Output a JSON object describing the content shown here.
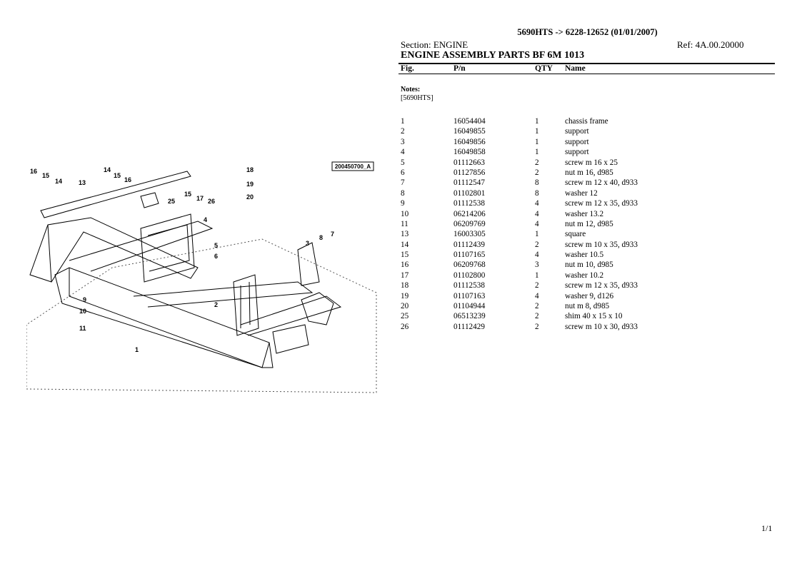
{
  "header": {
    "title": "5690HTS -> 6228-12652 (01/01/2007)",
    "section": "Section: ENGINE",
    "ref": "Ref: 4A.00.20000",
    "assembly_title": "ENGINE ASSEMBLY PARTS BF 6M 1013"
  },
  "columns": {
    "fig": "Fig.",
    "pn": "P/n",
    "qty": "QTY",
    "name": "Name"
  },
  "notes": {
    "label": "Notes:",
    "value": "[5690HTS]"
  },
  "parts": [
    {
      "fig": "1",
      "pn": "16054404",
      "qty": "1",
      "name": "chassis frame"
    },
    {
      "fig": "2",
      "pn": "16049855",
      "qty": "1",
      "name": "support"
    },
    {
      "fig": "3",
      "pn": "16049856",
      "qty": "1",
      "name": "support"
    },
    {
      "fig": "4",
      "pn": "16049858",
      "qty": "1",
      "name": "support"
    },
    {
      "fig": "5",
      "pn": "01112663",
      "qty": "2",
      "name": "screw m 16 x 25"
    },
    {
      "fig": "6",
      "pn": "01127856",
      "qty": "2",
      "name": "nut m 16, d985"
    },
    {
      "fig": "7",
      "pn": "01112547",
      "qty": "8",
      "name": "screw m 12 x 40, d933"
    },
    {
      "fig": "8",
      "pn": "01102801",
      "qty": "8",
      "name": "washer 12"
    },
    {
      "fig": "9",
      "pn": "01112538",
      "qty": "4",
      "name": "screw m 12 x 35, d933"
    },
    {
      "fig": "10",
      "pn": "06214206",
      "qty": "4",
      "name": "washer 13.2"
    },
    {
      "fig": "11",
      "pn": "06209769",
      "qty": "4",
      "name": "nut m 12, d985"
    },
    {
      "fig": "13",
      "pn": "16003305",
      "qty": "1",
      "name": "square"
    },
    {
      "fig": "14",
      "pn": "01112439",
      "qty": "2",
      "name": "screw m 10 x 35, d933"
    },
    {
      "fig": "15",
      "pn": "01107165",
      "qty": "4",
      "name": "washer 10.5"
    },
    {
      "fig": "16",
      "pn": "06209768",
      "qty": "3",
      "name": "nut m 10, d985"
    },
    {
      "fig": "17",
      "pn": "01102800",
      "qty": "1",
      "name": "washer 10.2"
    },
    {
      "fig": "18",
      "pn": "01112538",
      "qty": "2",
      "name": "screw m 12 x 35, d933"
    },
    {
      "fig": "19",
      "pn": "01107163",
      "qty": "4",
      "name": "washer 9, d126"
    },
    {
      "fig": "20",
      "pn": "01104944",
      "qty": "2",
      "name": "nut m 8, d985"
    },
    {
      "fig": "25",
      "pn": "06513239",
      "qty": "2",
      "name": "shim 40 x 15 x 10"
    },
    {
      "fig": "26",
      "pn": "01112429",
      "qty": "2",
      "name": "screw m 10 x 30, d933"
    }
  ],
  "diagram": {
    "image_code": "200450700_A",
    "callouts": [
      "1",
      "2",
      "3",
      "4",
      "5",
      "6",
      "7",
      "8",
      "9",
      "10",
      "11",
      "13",
      "14",
      "15",
      "16",
      "15",
      "17",
      "26",
      "18",
      "19",
      "20",
      "25",
      "16",
      "15",
      "14"
    ]
  },
  "footer": {
    "page": "1/1"
  }
}
